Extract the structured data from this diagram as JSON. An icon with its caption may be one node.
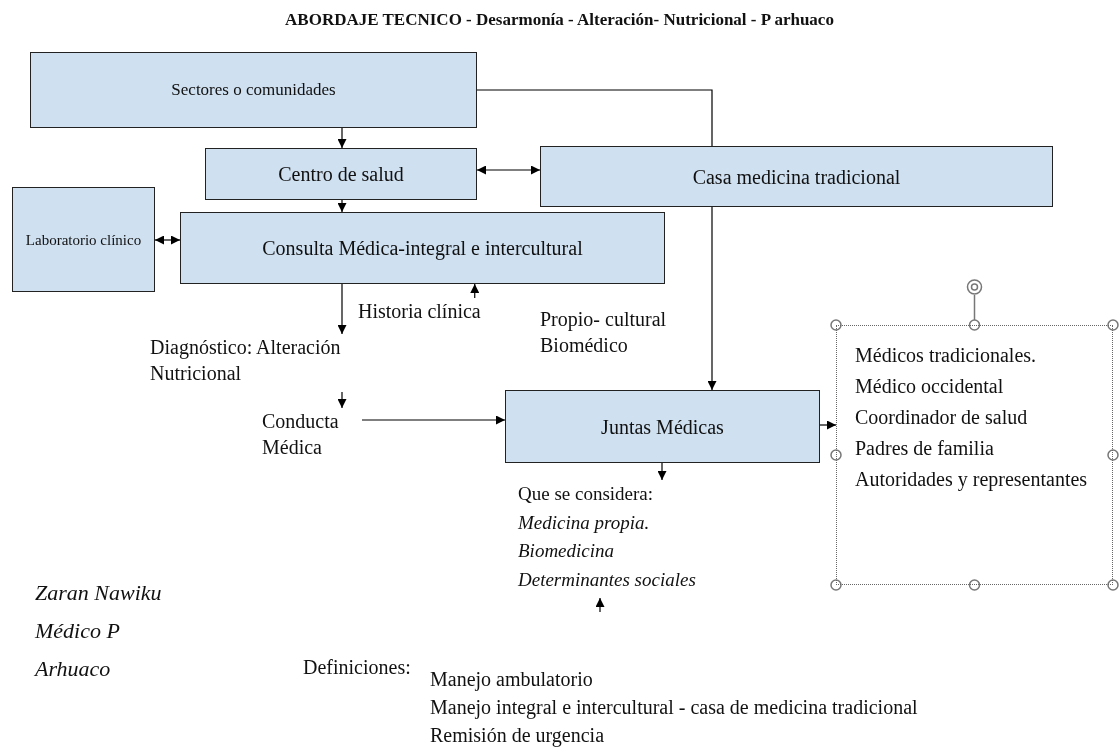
{
  "diagram": {
    "title": "ABORDAJE TECNICO - Desarmonía - Alteración- Nutricional - P arhuaco",
    "nodes": [
      {
        "text": [
          "Sectores o comunidades"
        ]
      },
      {
        "text": [
          "Centro de salud"
        ]
      },
      {
        "text": [
          "Casa medicina tradicional"
        ]
      },
      {
        "text": [
          "Laboratorio clínico"
        ]
      },
      {
        "text": [
          "Consulta Médica-integral e intercultural"
        ]
      },
      {
        "text": [
          "Historia clínica"
        ]
      },
      {
        "text": [
          "Propio- cultural Biomédico"
        ]
      },
      {
        "text": [
          "Diagnóstico: Alteración Nutricional"
        ]
      },
      {
        "text": [
          "Conducta Médica"
        ]
      },
      {
        "text": [
          "Juntas Médicas"
        ]
      },
      {
        "text": [
          "Que se considera:",
          "Medicina propia.",
          "Biomedicina",
          "Determinantes sociales"
        ]
      },
      {
        "text": [
          "Médicos tradicionales.",
          "Médico occidental",
          "Coordinador de salud",
          "Padres de familia",
          "Autoridades y representantes"
        ]
      }
    ],
    "edges": [
      {
        "from": 0,
        "to": 1,
        "arrow": "to"
      },
      {
        "from": 0,
        "to": 2,
        "arrow": "none"
      },
      {
        "from": 1,
        "to": 2,
        "arrow": "both"
      },
      {
        "from": 1,
        "to": 4,
        "arrow": "to"
      },
      {
        "from": 3,
        "to": 4,
        "arrow": "both"
      },
      {
        "from": 4,
        "to": 7,
        "arrow": "to"
      },
      {
        "from": 5,
        "to": 4,
        "arrow": "to"
      },
      {
        "from": 7,
        "to": 8,
        "arrow": "to"
      },
      {
        "from": 8,
        "to": 9,
        "arrow": "to"
      },
      {
        "from": 2,
        "to": 9,
        "arrow": "to"
      },
      {
        "from": 9,
        "to": 10,
        "arrow": "to"
      },
      {
        "from": null,
        "to": 10,
        "arrow": "to"
      },
      {
        "from": 9,
        "to": 11,
        "arrow": "to"
      }
    ],
    "labels": [
      "Zaran Nawiku",
      "Médico P",
      "Arhuaco",
      "Definiciones:",
      "Manejo ambulatorio",
      "Manejo integral e intercultural - casa de medicina tradicional",
      "Remisión de urgencia"
    ]
  }
}
